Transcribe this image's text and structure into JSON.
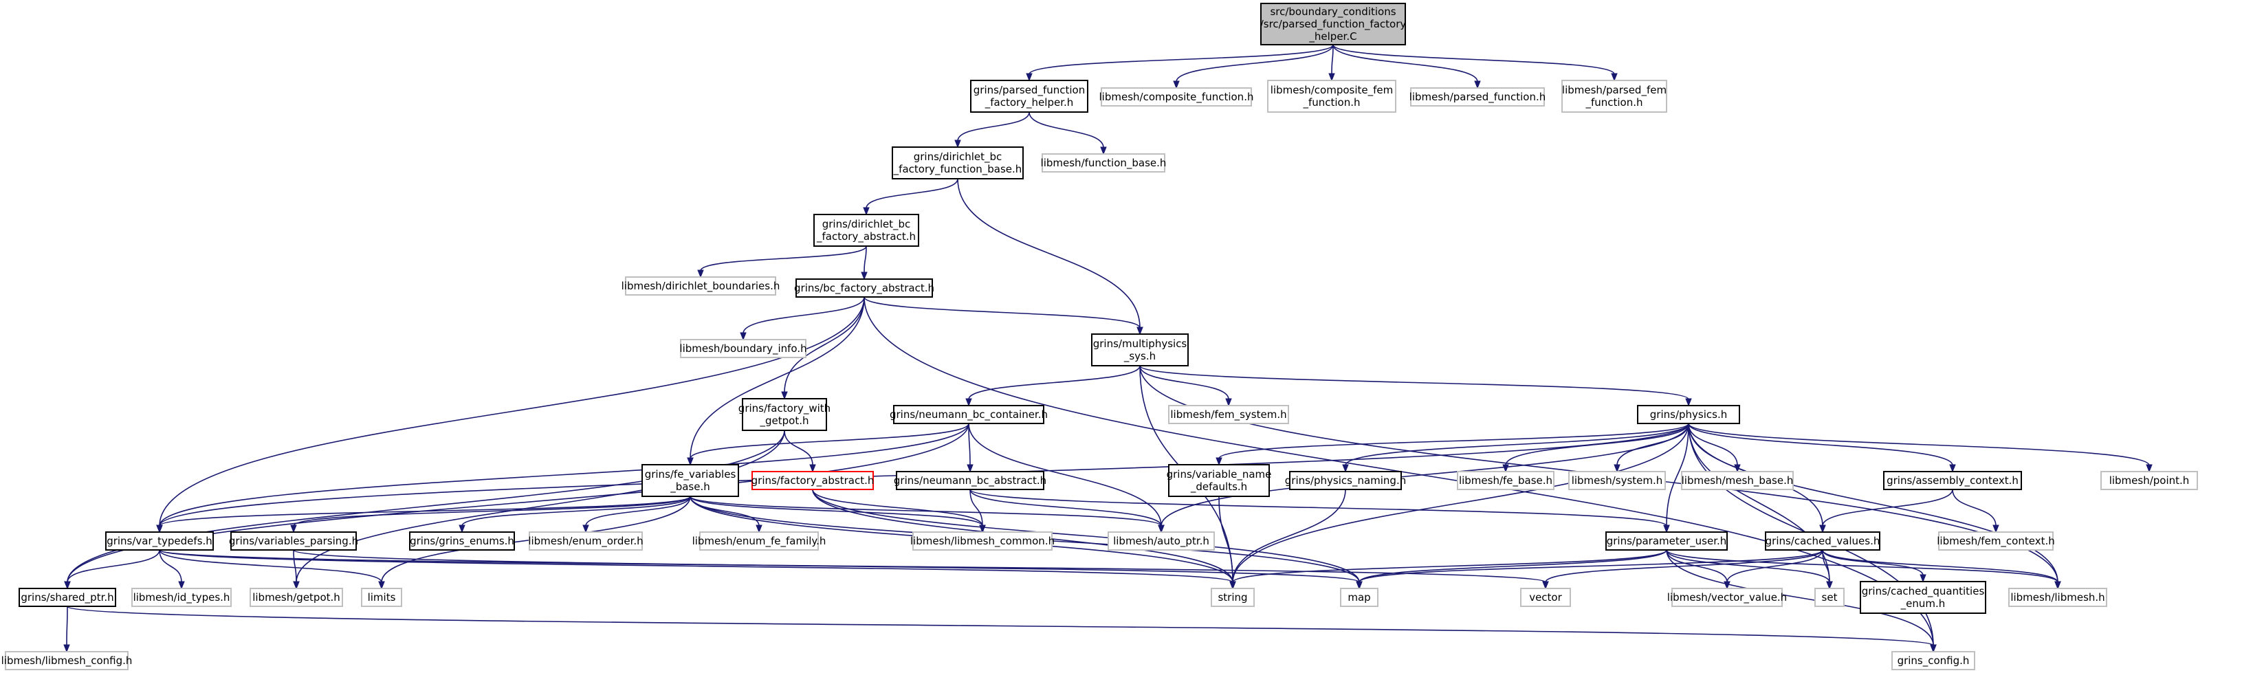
{
  "diagram": {
    "colors": {
      "edge": "#191970",
      "root_fill": "#bfbfbf",
      "root_border": "#000000",
      "doc_border": "#000000",
      "ext_border": "#bfbfbf",
      "truncated_border": "#ff0000",
      "background": "#ffffff"
    },
    "nodes": [
      {
        "id": "root",
        "lines": [
          "src/boundary_conditions",
          "/src/parsed_function_factory",
          "_helper.C"
        ],
        "kind": "root"
      },
      {
        "id": "pffh",
        "lines": [
          "grins/parsed_function",
          "_factory_helper.h"
        ],
        "kind": "doc"
      },
      {
        "id": "compfunc",
        "lines": [
          "libmesh/composite_function.h"
        ],
        "kind": "ext"
      },
      {
        "id": "compfem",
        "lines": [
          "libmesh/composite_fem",
          "_function.h"
        ],
        "kind": "ext"
      },
      {
        "id": "parsedfunc",
        "lines": [
          "libmesh/parsed_function.h"
        ],
        "kind": "ext"
      },
      {
        "id": "parsedfem",
        "lines": [
          "libmesh/parsed_fem",
          "_function.h"
        ],
        "kind": "ext"
      },
      {
        "id": "dbcffb",
        "lines": [
          "grins/dirichlet_bc",
          "_factory_function_base.h"
        ],
        "kind": "doc"
      },
      {
        "id": "funcbase",
        "lines": [
          "libmesh/function_base.h"
        ],
        "kind": "ext"
      },
      {
        "id": "dbcfa",
        "lines": [
          "grins/dirichlet_bc",
          "_factory_abstract.h"
        ],
        "kind": "doc"
      },
      {
        "id": "dirbound",
        "lines": [
          "libmesh/dirichlet_boundaries.h"
        ],
        "kind": "ext"
      },
      {
        "id": "bcfa",
        "lines": [
          "grins/bc_factory_abstract.h"
        ],
        "kind": "doc"
      },
      {
        "id": "bndinfo",
        "lines": [
          "libmesh/boundary_info.h"
        ],
        "kind": "ext"
      },
      {
        "id": "multisys",
        "lines": [
          "grins/multiphysics",
          "_sys.h"
        ],
        "kind": "doc"
      },
      {
        "id": "fwg",
        "lines": [
          "grins/factory_with",
          "_getpot.h"
        ],
        "kind": "doc"
      },
      {
        "id": "nbcc",
        "lines": [
          "grins/neumann_bc_container.h"
        ],
        "kind": "doc"
      },
      {
        "id": "femsys",
        "lines": [
          "libmesh/fem_system.h"
        ],
        "kind": "ext"
      },
      {
        "id": "physics",
        "lines": [
          "grins/physics.h"
        ],
        "kind": "doc"
      },
      {
        "id": "fevb",
        "lines": [
          "grins/fe_variables",
          "_base.h"
        ],
        "kind": "doc"
      },
      {
        "id": "facabs",
        "lines": [
          "grins/factory_abstract.h"
        ],
        "kind": "truncated"
      },
      {
        "id": "nbca",
        "lines": [
          "grins/neumann_bc_abstract.h"
        ],
        "kind": "doc"
      },
      {
        "id": "varname",
        "lines": [
          "grins/variable_name",
          "_defaults.h"
        ],
        "kind": "doc"
      },
      {
        "id": "physnaming",
        "lines": [
          "grins/physics_naming.h"
        ],
        "kind": "doc"
      },
      {
        "id": "febase",
        "lines": [
          "libmesh/fe_base.h"
        ],
        "kind": "ext"
      },
      {
        "id": "system",
        "lines": [
          "libmesh/system.h"
        ],
        "kind": "ext"
      },
      {
        "id": "meshbase",
        "lines": [
          "libmesh/mesh_base.h"
        ],
        "kind": "ext"
      },
      {
        "id": "asmctx",
        "lines": [
          "grins/assembly_context.h"
        ],
        "kind": "doc"
      },
      {
        "id": "point",
        "lines": [
          "libmesh/point.h"
        ],
        "kind": "ext"
      },
      {
        "id": "vartypedefs",
        "lines": [
          "grins/var_typedefs.h"
        ],
        "kind": "doc"
      },
      {
        "id": "varparse",
        "lines": [
          "grins/variables_parsing.h"
        ],
        "kind": "doc"
      },
      {
        "id": "grinsenums",
        "lines": [
          "grins/grins_enums.h"
        ],
        "kind": "doc"
      },
      {
        "id": "enumorder",
        "lines": [
          "libmesh/enum_order.h"
        ],
        "kind": "ext"
      },
      {
        "id": "enumfefam",
        "lines": [
          "libmesh/enum_fe_family.h"
        ],
        "kind": "ext"
      },
      {
        "id": "libcommon",
        "lines": [
          "libmesh/libmesh_common.h"
        ],
        "kind": "ext"
      },
      {
        "id": "autoptr",
        "lines": [
          "libmesh/auto_ptr.h"
        ],
        "kind": "ext"
      },
      {
        "id": "paramuser",
        "lines": [
          "grins/parameter_user.h"
        ],
        "kind": "doc"
      },
      {
        "id": "cachedvals",
        "lines": [
          "grins/cached_values.h"
        ],
        "kind": "doc"
      },
      {
        "id": "femctx",
        "lines": [
          "libmesh/fem_context.h"
        ],
        "kind": "ext"
      },
      {
        "id": "sharedptr",
        "lines": [
          "grins/shared_ptr.h"
        ],
        "kind": "doc"
      },
      {
        "id": "idtypes",
        "lines": [
          "libmesh/id_types.h"
        ],
        "kind": "ext"
      },
      {
        "id": "getpot",
        "lines": [
          "libmesh/getpot.h"
        ],
        "kind": "ext"
      },
      {
        "id": "limits",
        "lines": [
          "limits"
        ],
        "kind": "ext"
      },
      {
        "id": "string",
        "lines": [
          "string"
        ],
        "kind": "ext"
      },
      {
        "id": "map",
        "lines": [
          "map"
        ],
        "kind": "ext"
      },
      {
        "id": "vector",
        "lines": [
          "vector"
        ],
        "kind": "ext"
      },
      {
        "id": "vecvalue",
        "lines": [
          "libmesh/vector_value.h"
        ],
        "kind": "ext"
      },
      {
        "id": "set",
        "lines": [
          "set"
        ],
        "kind": "ext"
      },
      {
        "id": "cqenum",
        "lines": [
          "grins/cached_quantities",
          "_enum.h"
        ],
        "kind": "doc"
      },
      {
        "id": "libmesh",
        "lines": [
          "libmesh/libmesh.h"
        ],
        "kind": "ext"
      },
      {
        "id": "libconfig",
        "lines": [
          "libmesh/libmesh_config.h"
        ],
        "kind": "ext"
      },
      {
        "id": "grinsconfig",
        "lines": [
          "grins_config.h"
        ],
        "kind": "ext"
      }
    ],
    "edges": [
      [
        "root",
        "pffh"
      ],
      [
        "root",
        "compfunc"
      ],
      [
        "root",
        "compfem"
      ],
      [
        "root",
        "parsedfunc"
      ],
      [
        "root",
        "parsedfem"
      ],
      [
        "pffh",
        "dbcffb"
      ],
      [
        "pffh",
        "funcbase"
      ],
      [
        "dbcffb",
        "dbcfa"
      ],
      [
        "dbcffb",
        "multisys"
      ],
      [
        "dbcfa",
        "dirbound"
      ],
      [
        "dbcfa",
        "bcfa"
      ],
      [
        "bcfa",
        "bndinfo"
      ],
      [
        "bcfa",
        "multisys"
      ],
      [
        "bcfa",
        "fwg"
      ],
      [
        "bcfa",
        "fevb"
      ],
      [
        "bcfa",
        "vartypedefs"
      ],
      [
        "bcfa",
        "grinsconfig"
      ],
      [
        "multisys",
        "nbcc"
      ],
      [
        "multisys",
        "femsys"
      ],
      [
        "multisys",
        "physics"
      ],
      [
        "multisys",
        "string"
      ],
      [
        "multisys",
        "libmesh"
      ],
      [
        "fwg",
        "facabs"
      ],
      [
        "fwg",
        "sharedptr"
      ],
      [
        "fwg",
        "getpot"
      ],
      [
        "nbcc",
        "fevb"
      ],
      [
        "nbcc",
        "nbca"
      ],
      [
        "nbcc",
        "vartypedefs"
      ],
      [
        "nbcc",
        "sharedptr"
      ],
      [
        "nbcc",
        "autoptr"
      ],
      [
        "physics",
        "varname"
      ],
      [
        "physics",
        "physnaming"
      ],
      [
        "physics",
        "febase"
      ],
      [
        "physics",
        "system"
      ],
      [
        "physics",
        "meshbase"
      ],
      [
        "physics",
        "asmctx"
      ],
      [
        "physics",
        "point"
      ],
      [
        "physics",
        "paramuser"
      ],
      [
        "physics",
        "cachedvals"
      ],
      [
        "physics",
        "set"
      ],
      [
        "physics",
        "libmesh"
      ],
      [
        "physics",
        "grinsconfig"
      ],
      [
        "physics",
        "vartypedefs"
      ],
      [
        "physics",
        "string"
      ],
      [
        "physics",
        "autoptr"
      ],
      [
        "fevb",
        "vartypedefs"
      ],
      [
        "fevb",
        "varparse"
      ],
      [
        "fevb",
        "grinsenums"
      ],
      [
        "fevb",
        "enumorder"
      ],
      [
        "fevb",
        "enumfefam"
      ],
      [
        "fevb",
        "libcommon"
      ],
      [
        "fevb",
        "autoptr"
      ],
      [
        "fevb",
        "string"
      ],
      [
        "fevb",
        "map"
      ],
      [
        "fevb",
        "limits"
      ],
      [
        "facabs",
        "libcommon"
      ],
      [
        "facabs",
        "string"
      ],
      [
        "facabs",
        "map"
      ],
      [
        "nbca",
        "libcommon"
      ],
      [
        "nbca",
        "autoptr"
      ],
      [
        "nbca",
        "paramuser"
      ],
      [
        "varname",
        "string"
      ],
      [
        "physnaming",
        "string"
      ],
      [
        "asmctx",
        "femctx"
      ],
      [
        "asmctx",
        "cachedvals"
      ],
      [
        "vartypedefs",
        "sharedptr"
      ],
      [
        "vartypedefs",
        "idtypes"
      ],
      [
        "vartypedefs",
        "limits"
      ],
      [
        "vartypedefs",
        "string"
      ],
      [
        "vartypedefs",
        "vector"
      ],
      [
        "varparse",
        "getpot"
      ],
      [
        "varparse",
        "map"
      ],
      [
        "paramuser",
        "string"
      ],
      [
        "paramuser",
        "map"
      ],
      [
        "paramuser",
        "vecvalue"
      ],
      [
        "paramuser",
        "set"
      ],
      [
        "paramuser",
        "libmesh"
      ],
      [
        "paramuser",
        "grinsconfig"
      ],
      [
        "cachedvals",
        "vector"
      ],
      [
        "cachedvals",
        "map"
      ],
      [
        "cachedvals",
        "vecvalue"
      ],
      [
        "cachedvals",
        "set"
      ],
      [
        "cachedvals",
        "cqenum"
      ],
      [
        "cachedvals",
        "libmesh"
      ],
      [
        "sharedptr",
        "libconfig"
      ],
      [
        "sharedptr",
        "grinsconfig"
      ]
    ]
  }
}
